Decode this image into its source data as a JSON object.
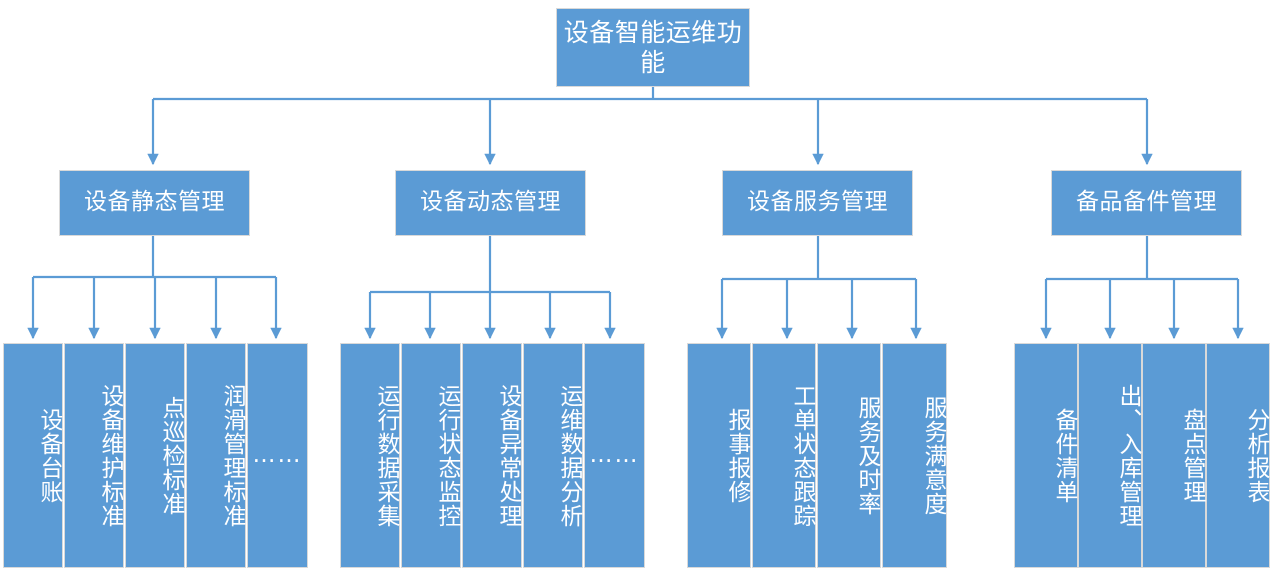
{
  "diagram": {
    "type": "org-chart",
    "title": "设备智能运维功能",
    "palette": {
      "node_fill": "#5B9BD5",
      "node_border": "#D9D9D9",
      "node_text": "#FFFFFF",
      "connector": "#5B9BD5",
      "background": "#FFFFFF"
    },
    "root": {
      "label": "设备智能运维功能"
    },
    "branches": [
      {
        "label": "设备静态管理",
        "children": [
          {
            "label": "设备台账",
            "vertical": true
          },
          {
            "label": "设备维护标准",
            "vertical": true
          },
          {
            "label": "点巡检标准",
            "vertical": true
          },
          {
            "label": "润滑管理标准",
            "vertical": true
          },
          {
            "label": "……",
            "vertical": false
          }
        ]
      },
      {
        "label": "设备动态管理",
        "children": [
          {
            "label": "运行数据采集",
            "vertical": true
          },
          {
            "label": "运行状态监控",
            "vertical": true
          },
          {
            "label": "设备异常处理",
            "vertical": true
          },
          {
            "label": "运维数据分析",
            "vertical": true
          },
          {
            "label": "……",
            "vertical": false
          }
        ]
      },
      {
        "label": "设备服务管理",
        "children": [
          {
            "label": "报事报修",
            "vertical": true
          },
          {
            "label": "工单状态跟踪",
            "vertical": true
          },
          {
            "label": "服务及时率",
            "vertical": true
          },
          {
            "label": "服务满意度",
            "vertical": true
          }
        ]
      },
      {
        "label": "备品备件管理",
        "children": [
          {
            "label": "备件清单",
            "vertical": true
          },
          {
            "label": "出、入库管理",
            "vertical": true
          },
          {
            "label": "盘点管理",
            "vertical": true
          },
          {
            "label": "分析报表",
            "vertical": true
          }
        ]
      }
    ]
  }
}
